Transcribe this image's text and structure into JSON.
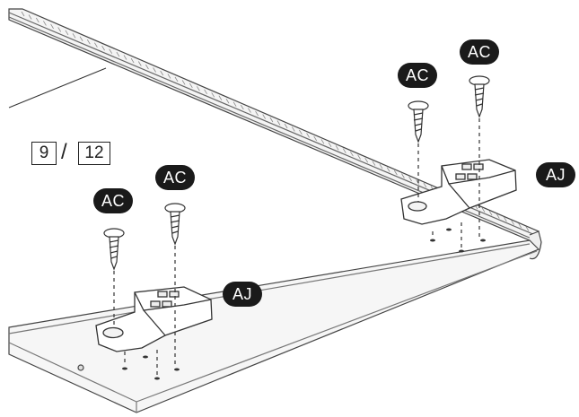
{
  "step": {
    "current": "9",
    "total": "12",
    "separator": "/"
  },
  "labels": {
    "screw_left_1": "AC",
    "screw_left_2": "AC",
    "screw_right_1": "AC",
    "screw_right_2": "AC",
    "bracket_left": "AJ",
    "bracket_right": "AJ"
  }
}
